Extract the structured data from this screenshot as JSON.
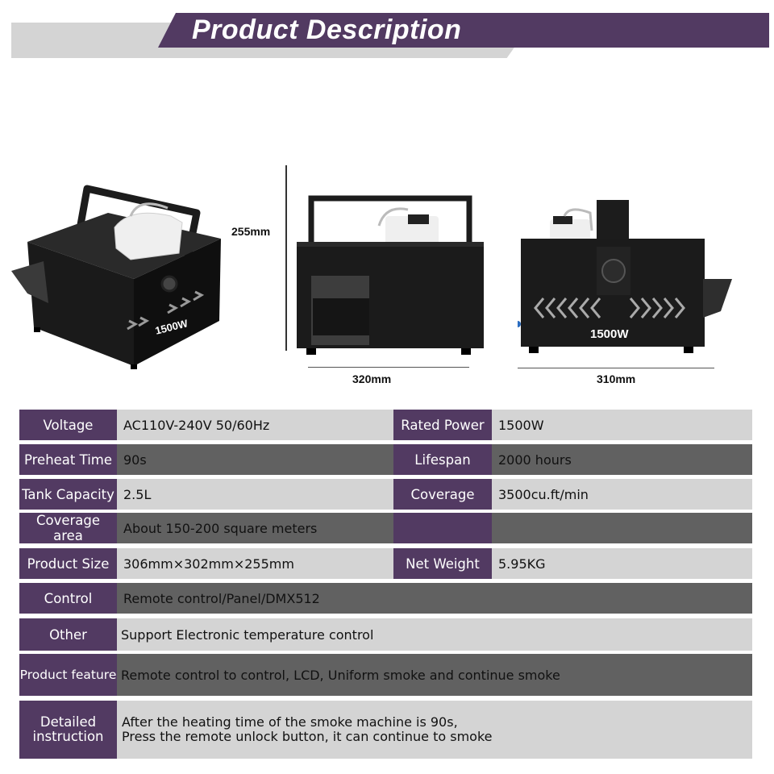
{
  "header": {
    "title": "Product Description"
  },
  "photos": {
    "product_badge": "1500W",
    "height_label": "255mm",
    "length_label": "320mm",
    "width_label": "310mm"
  },
  "specs": {
    "voltage_label": "Voltage",
    "voltage_value": "AC110V-240V 50/60Hz",
    "rated_power_label": "Rated Power",
    "rated_power_value": "1500W",
    "preheat_label": "Preheat Time",
    "preheat_value": "90s",
    "lifespan_label": "Lifespan",
    "lifespan_value": "2000 hours",
    "tank_label": "Tank Capacity",
    "tank_value": "2.5L",
    "coverage_label": "Coverage",
    "coverage_value": "3500cu.ft/min",
    "coverage_area_label": "Coverage area",
    "coverage_area_value": "About 150-200 square meters",
    "size_label": "Product Size",
    "size_value": "306mm×302mm×255mm",
    "weight_label": "Net Weight",
    "weight_value": "5.95KG",
    "control_label": "Control",
    "control_value": "Remote control/Panel/DMX512",
    "other_label": "Other",
    "other_value": "Support Electronic temperature control",
    "feature_label": "Product feature",
    "feature_value": "Remote control to control, LCD, Uniform smoke and continue smoke",
    "instruction_label_line1": "Detailed",
    "instruction_label_line2": "instruction",
    "instruction_value_line1": "After the heating time of the smoke machine is 90s,",
    "instruction_value_line2": "Press the remote unlock button, it can continue to smoke"
  },
  "colors": {
    "accent_purple": "#523a62",
    "row_light": "#d4d4d4",
    "row_dark": "#616161"
  }
}
